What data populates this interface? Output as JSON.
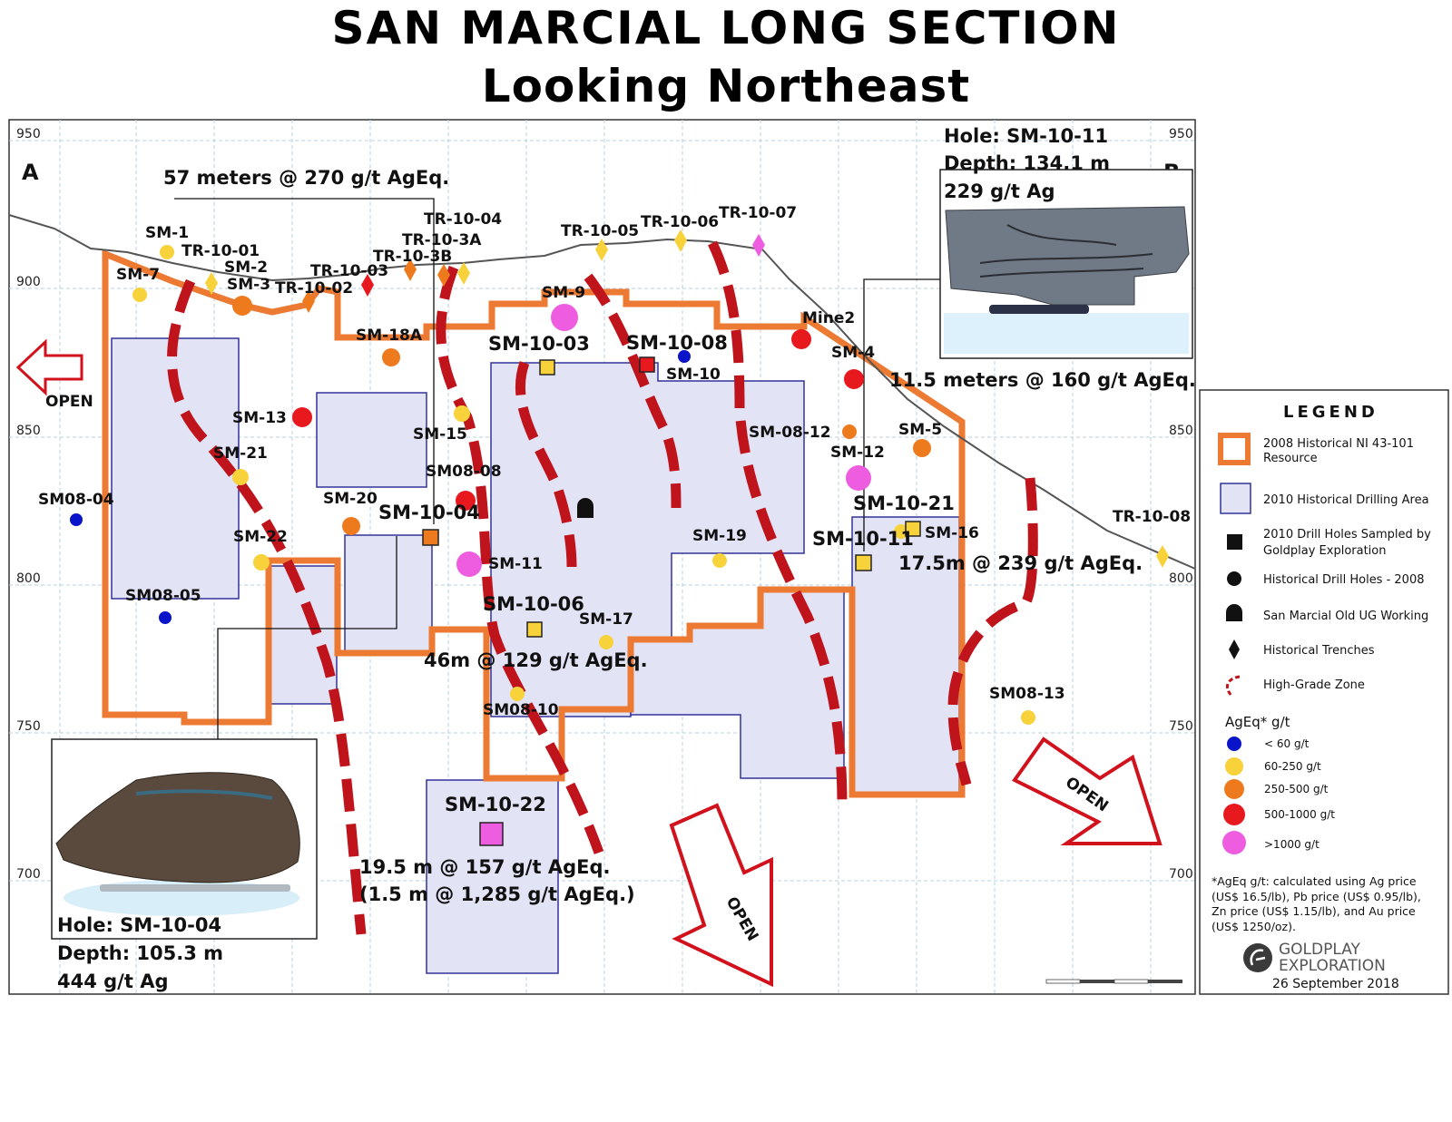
{
  "title": "SAN MARCIAL LONG SECTION",
  "subtitle": "Looking Northeast",
  "axis": {
    "left_ticks": [
      "950",
      "900",
      "850",
      "800",
      "750",
      "700"
    ],
    "right_ticks": [
      "950",
      "900",
      "850",
      "800",
      "750",
      "700"
    ]
  },
  "section_ends": {
    "a": "A",
    "b": "B"
  },
  "open_labels": {
    "left": "OPEN",
    "bottom": "OPEN",
    "right": "OPEN"
  },
  "intercepts": {
    "i1": "57 meters @ 270 g/t AgEq.",
    "i2": "11.5 meters @ 160 g/t AgEq.",
    "i3": "17.5m @ 239 g/t AgEq.",
    "i4": "46m @ 129 g/t AgEq.",
    "i5": "19.5 m @ 157 g/t AgEq.",
    "i6": "(1.5 m @ 1,285 g/t AgEq.)"
  },
  "hole_box_top": {
    "l1": "Hole: SM-10-11",
    "l2": "Depth: 134.1 m",
    "l3": "229 g/t Ag"
  },
  "hole_box_bottom": {
    "l1": "Hole: SM-10-04",
    "l2": "Depth: 105.3 m",
    "l3": "444 g/t Ag"
  },
  "labels": {
    "SM1": "SM-1",
    "SM7": "SM-7",
    "SM2": "SM-2",
    "SM3": "SM-3",
    "TR1001": "TR-10-01",
    "TR1002": "TR-10-02",
    "TR1003": "TR-10-03",
    "TR103B": "TR-10-3B",
    "TR103A": "TR-10-3A",
    "TR1004": "TR-10-04",
    "TR1005": "TR-10-05",
    "TR1006": "TR-10-06",
    "TR1007": "TR-10-07",
    "TR1008": "TR-10-08",
    "SM9": "SM-9",
    "SM18A": "SM-18A",
    "SM1003": "SM-10-03",
    "SM1008": "SM-10-08",
    "SM10": "SM-10",
    "Mine2": "Mine2",
    "SM4": "SM-4",
    "SM13": "SM-13",
    "SM15": "SM-15",
    "SM0812": "SM-08-12",
    "SM5": "SM-5",
    "SM12": "SM-12",
    "SM21": "SM-21",
    "SM0808": "SM08-08",
    "SM0804": "SM08-04",
    "SM20": "SM-20",
    "SM1004": "SM-10-04",
    "SM1021": "SM-10-21",
    "SM22": "SM-22",
    "SM19": "SM-19",
    "SM1011": "SM-10-11",
    "SM16": "SM-16",
    "SM11": "SM-11",
    "SM0805": "SM08-05",
    "SM1006": "SM-10-06",
    "SM17": "SM-17",
    "SM0810": "SM08-10",
    "SM0813": "SM08-13",
    "SM1022": "SM-10-22"
  },
  "legend": {
    "title": "LEGEND",
    "items": [
      "2008 Historical  NI 43-101 Resource",
      "2010 Historical Drilling Area",
      "2010 Drill Holes Sampled by Goldplay Exploration",
      "Historical Drill Holes - 2008",
      "San Marcial Old UG Working",
      "Historical Trenches",
      "High-Grade Zone"
    ],
    "grade_title": "AgEq* g/t",
    "grades": [
      "< 60 g/t",
      "60-250 g/t",
      "250-500 g/t",
      "500-1000 g/t",
      ">1000 g/t"
    ],
    "grade_colors": [
      "#0a14c8",
      "#f7d23a",
      "#ee7a1e",
      "#e8191e",
      "#ee5ce0"
    ],
    "note": [
      "*AgEq g/t: calculated using Ag price",
      "(US$ 16.5/lb), Pb price (US$ 0.95/lb),",
      "Zn price (US$ 1.15/lb), and Au price",
      "(US$ 1250/oz)."
    ],
    "brand1": "GOLDPLAY",
    "brand2": "EXPLORATION",
    "date": "26 September 2018"
  },
  "colors": {
    "resource": "#ec7a33",
    "drill_area": "#e3e3f6",
    "drill_area_border": "#33339a",
    "hgz": "#c0141c"
  }
}
